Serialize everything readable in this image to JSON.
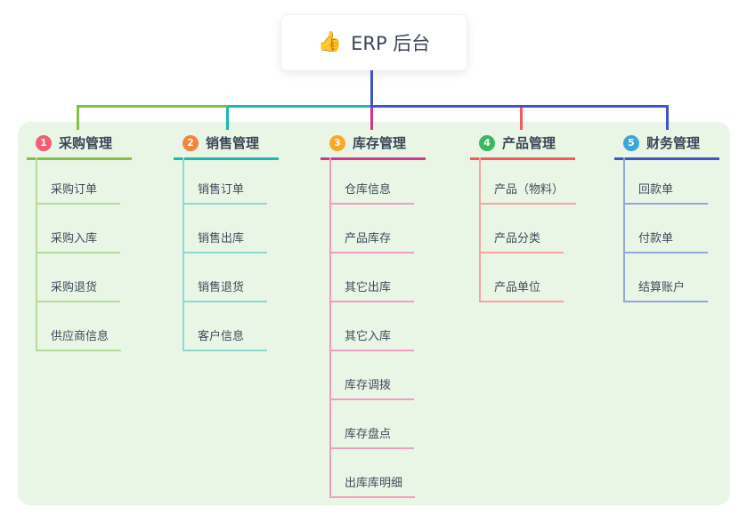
{
  "root": {
    "label": "ERP 后台",
    "emoji": "👍",
    "line_color": "#3f54c5"
  },
  "panel_color": "#eaf6e5",
  "branches": [
    {
      "number": "1",
      "label": "采购管理",
      "color": "#84c043",
      "light_color": "#b2dc9e",
      "badge_color": "#f35e72",
      "children": [
        "采购订单",
        "采购入库",
        "采购退货",
        "供应商信息"
      ]
    },
    {
      "number": "2",
      "label": "销售管理",
      "color": "#17b9b1",
      "light_color": "#8ed8d2",
      "badge_color": "#f8833c",
      "children": [
        "销售订单",
        "销售出库",
        "销售退货",
        "客户信息"
      ]
    },
    {
      "number": "3",
      "label": "库存管理",
      "color": "#d2368c",
      "light_color": "#f09cc4",
      "badge_color": "#f9a926",
      "children": [
        "仓库信息",
        "产品库存",
        "其它出库",
        "其它入库",
        "库存调拨",
        "库存盘点",
        "出库库明细"
      ]
    },
    {
      "number": "4",
      "label": "产品管理",
      "color": "#f25a5e",
      "light_color": "#f7a3a6",
      "badge_color": "#39b85d",
      "children": [
        "产品（物料）",
        "产品分类",
        "产品单位"
      ]
    },
    {
      "number": "5",
      "label": "财务管理",
      "color": "#3f54c5",
      "light_color": "#93a5da",
      "badge_color": "#3aa6dd",
      "children": [
        "回款单",
        "付款单",
        "结算账户"
      ]
    }
  ]
}
